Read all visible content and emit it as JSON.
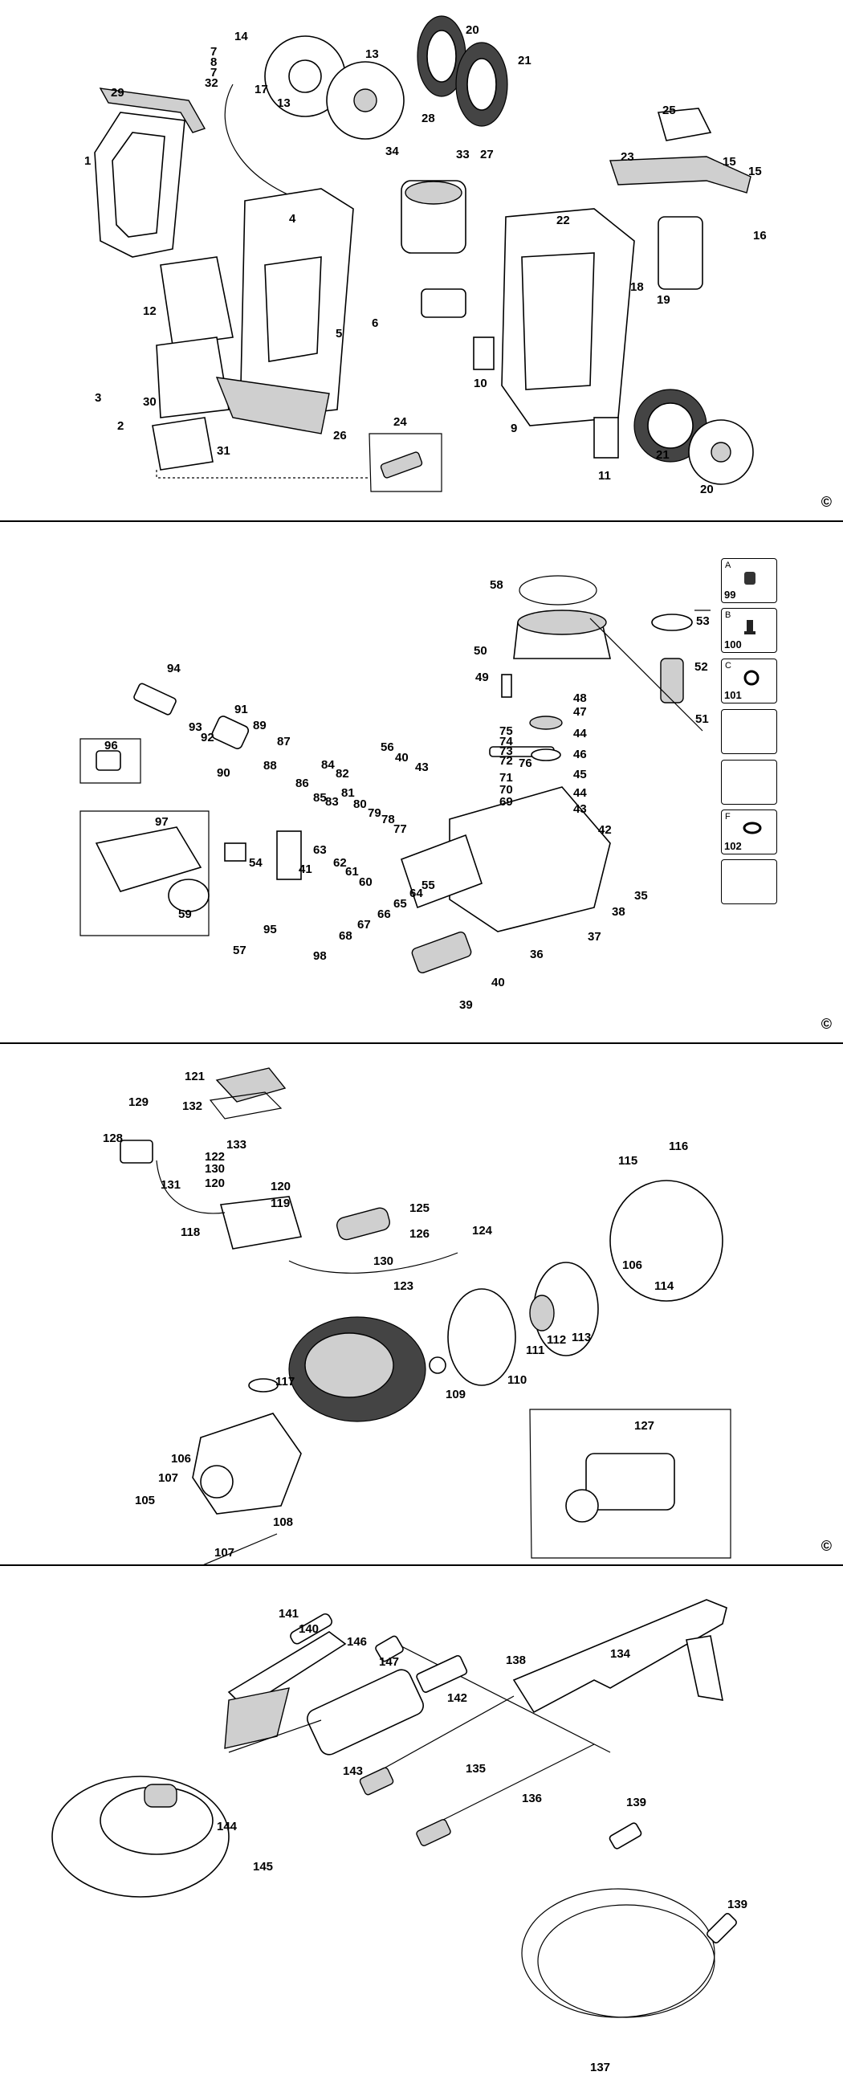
{
  "copyright_mark": "©",
  "panel1": {
    "labels": [
      "14",
      "7",
      "8",
      "7",
      "32",
      "17",
      "13",
      "13",
      "20",
      "21",
      "29",
      "1",
      "34",
      "28",
      "33",
      "27",
      "25",
      "15",
      "23",
      "15",
      "16",
      "22",
      "4",
      "12",
      "3",
      "30",
      "2",
      "31",
      "26",
      "5",
      "6",
      "10",
      "9",
      "24",
      "18",
      "19",
      "21",
      "20",
      "11"
    ]
  },
  "panel2": {
    "labels": [
      "58",
      "53",
      "50",
      "52",
      "49",
      "48",
      "47",
      "44",
      "46",
      "45",
      "44",
      "43",
      "42",
      "51",
      "94",
      "93",
      "92",
      "91",
      "89",
      "90",
      "87",
      "88",
      "96",
      "97",
      "56",
      "40",
      "43",
      "75",
      "74",
      "73",
      "72",
      "76",
      "71",
      "70",
      "69",
      "84",
      "82",
      "86",
      "85",
      "83",
      "81",
      "80",
      "79",
      "78",
      "77",
      "63",
      "62",
      "61",
      "60",
      "55",
      "64",
      "65",
      "66",
      "67",
      "68",
      "54",
      "41",
      "59",
      "57",
      "95",
      "98",
      "39",
      "40",
      "36",
      "37",
      "38",
      "35"
    ],
    "legend": [
      {
        "letter": "A",
        "number": "99"
      },
      {
        "letter": "B",
        "number": "100"
      },
      {
        "letter": "C",
        "number": "101"
      },
      {
        "letter": "",
        "number": ""
      },
      {
        "letter": "",
        "number": ""
      },
      {
        "letter": "F",
        "number": "102"
      },
      {
        "letter": "",
        "number": ""
      }
    ]
  },
  "panel3": {
    "labels": [
      "121",
      "132",
      "129",
      "128",
      "133",
      "122",
      "130",
      "120",
      "120",
      "119",
      "131",
      "118",
      "125",
      "126",
      "130",
      "124",
      "116",
      "115",
      "106",
      "114",
      "113",
      "112",
      "111",
      "110",
      "123",
      "109",
      "117",
      "127",
      "106",
      "107",
      "105",
      "108",
      "107"
    ]
  },
  "panel4": {
    "labels": [
      "141",
      "140",
      "146",
      "147",
      "142",
      "138",
      "134",
      "143",
      "135",
      "136",
      "144",
      "145",
      "139",
      "139",
      "137"
    ]
  }
}
